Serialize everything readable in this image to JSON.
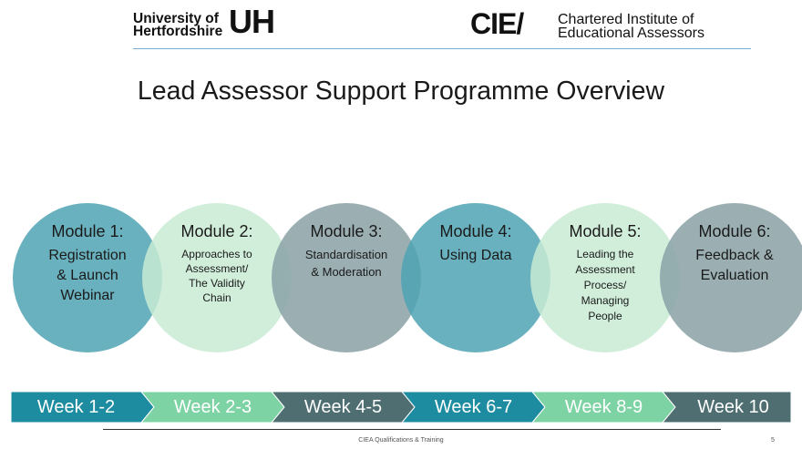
{
  "header": {
    "uh_text_line1": "University of",
    "uh_text_line2": "Hertfordshire",
    "uh_mark": "UH",
    "ciea_mark": "CIE/",
    "ciea_line1": "Chartered Institute of",
    "ciea_line2": "Educational Assessors"
  },
  "title": "Lead Assessor Support Programme Overview",
  "modules": [
    {
      "title": "Module 1:",
      "lines": [
        "Registration",
        "& Launch",
        "Webinar"
      ],
      "color": "#4fa3b3"
    },
    {
      "title": "Module 2:",
      "lines": [
        "Approaches to",
        "Assessment/",
        "The Validity",
        "Chain"
      ],
      "color": "#c9ebd3"
    },
    {
      "title": "Module 3:",
      "lines": [
        "Standardisation",
        "& Moderation"
      ],
      "color": "#8aa1a6"
    },
    {
      "title": "Module 4:",
      "lines": [
        "Using Data"
      ],
      "color": "#4fa3b3"
    },
    {
      "title": "Module 5:",
      "lines": [
        "Leading the",
        "Assessment",
        "Process/",
        "Managing",
        "People"
      ],
      "color": "#c9ebd3"
    },
    {
      "title": "Module 6:",
      "lines": [
        "Feedback &",
        "Evaluation"
      ],
      "color": "#8aa1a6"
    }
  ],
  "weeks": [
    {
      "label": "Week 1-2",
      "color": "#1e8ca0"
    },
    {
      "label": "Week 2-3",
      "color": "#7dd3a4"
    },
    {
      "label": "Week 4-5",
      "color": "#4f6e72"
    },
    {
      "label": "Week 6-7",
      "color": "#1e8ca0"
    },
    {
      "label": "Week 8-9",
      "color": "#7dd3a4"
    },
    {
      "label": "Week 10",
      "color": "#4f6e72"
    }
  ],
  "footer": {
    "text": "CIEA Qualifications & Training",
    "page": "5"
  }
}
